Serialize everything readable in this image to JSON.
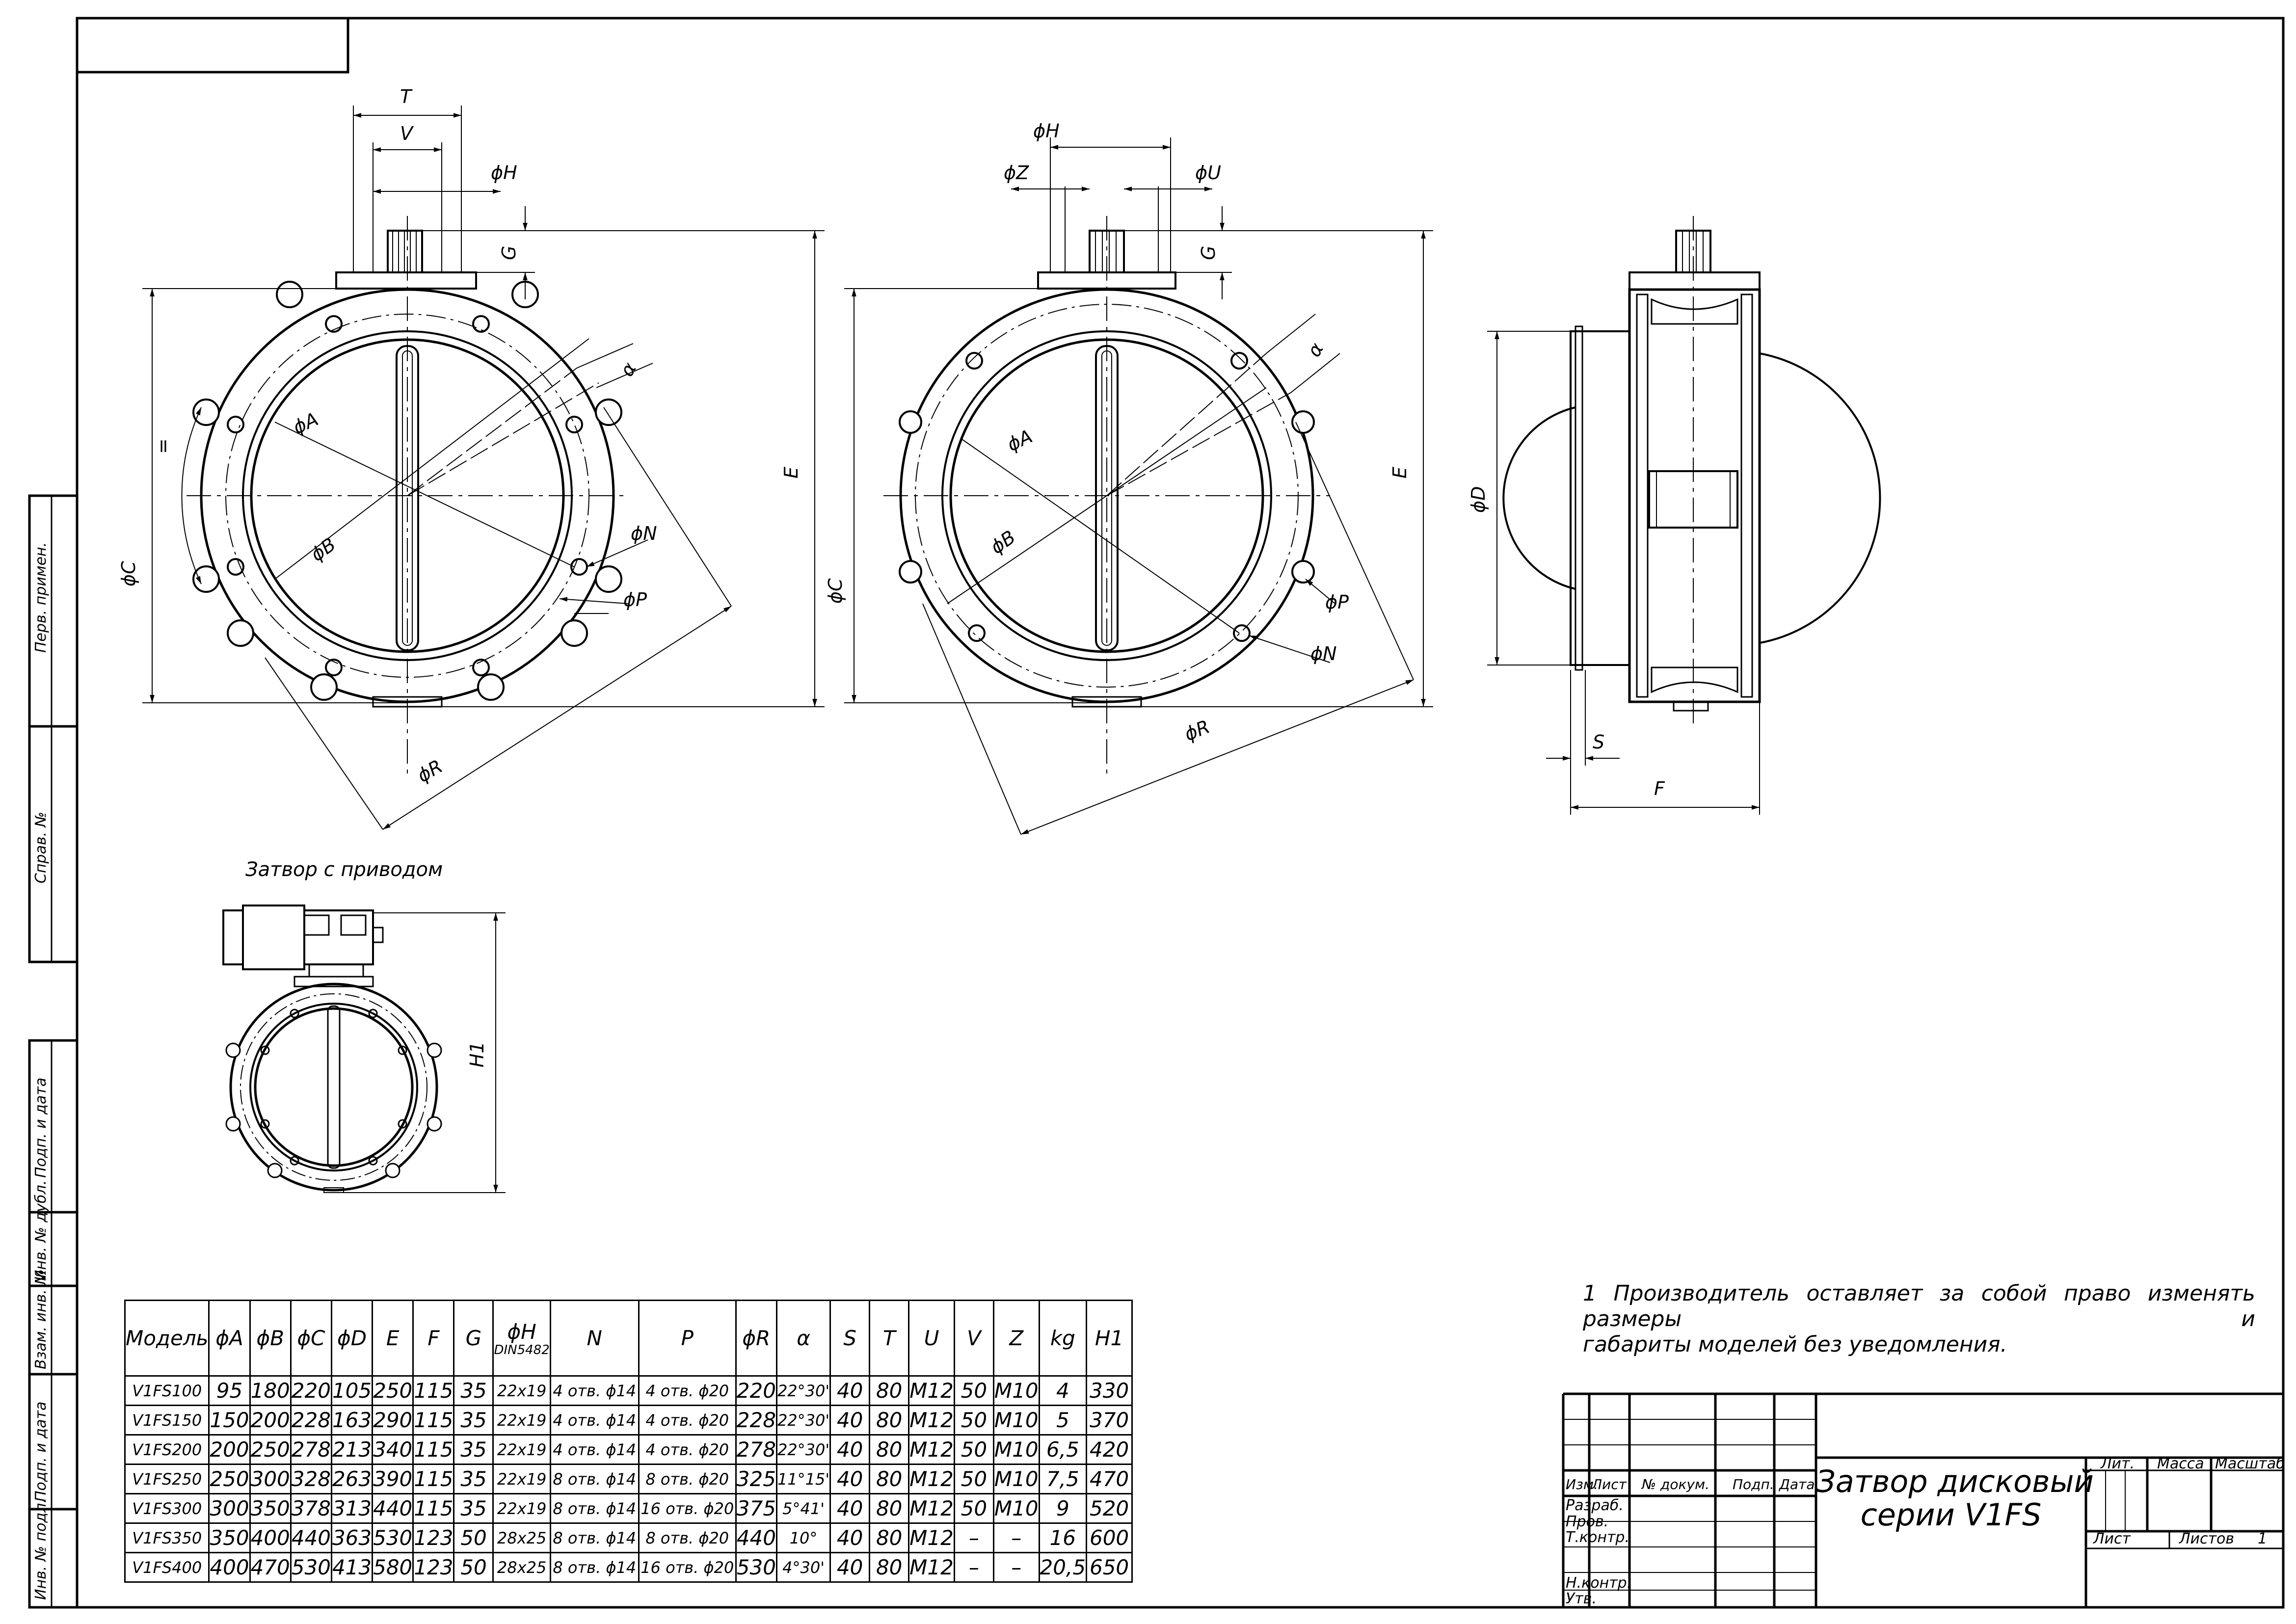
{
  "side_strip": {
    "labels": [
      "Перв. примен.",
      "Справ. №",
      "Подп. и дата",
      "Инв. № дубл.",
      "Взам. инв. №",
      "Подп. и дата",
      "Инв. № подл."
    ]
  },
  "views": {
    "actuator_caption": "Затвор с приводом",
    "dims": {
      "T": "T",
      "V": "V",
      "H": "ϕH",
      "Z": "ϕZ",
      "U": "ϕU",
      "G": "G",
      "E": "E",
      "C": "ϕC",
      "A": "ϕA",
      "B": "ϕB",
      "N": "ϕN",
      "P": "ϕP",
      "R": "ϕR",
      "alpha": "α",
      "D": "ϕD",
      "S": "S",
      "F": "F",
      "H1": "H1",
      "eq": "="
    }
  },
  "note": {
    "line1": "1 Производитель оставляет за собой право изменять размеры и",
    "line2": "габариты моделей без уведомления."
  },
  "spec_table": {
    "headers": [
      "Модель",
      "ϕA",
      "ϕB",
      "ϕC",
      "ϕD",
      "E",
      "F",
      "G",
      "ϕH",
      "N",
      "P",
      "ϕR",
      "α",
      "S",
      "T",
      "U",
      "V",
      "Z",
      "kg",
      "H1"
    ],
    "header_sub": "DIN5482",
    "rows": [
      [
        "V1FS100",
        "95",
        "180",
        "220",
        "105",
        "250",
        "115",
        "35",
        "22x19",
        "4 отв. ϕ14",
        "4 отв. ϕ20",
        "220",
        "22°30'",
        "40",
        "80",
        "M12",
        "50",
        "M10",
        "4",
        "330"
      ],
      [
        "V1FS150",
        "150",
        "200",
        "228",
        "163",
        "290",
        "115",
        "35",
        "22x19",
        "4 отв. ϕ14",
        "4 отв. ϕ20",
        "228",
        "22°30'",
        "40",
        "80",
        "M12",
        "50",
        "M10",
        "5",
        "370"
      ],
      [
        "V1FS200",
        "200",
        "250",
        "278",
        "213",
        "340",
        "115",
        "35",
        "22x19",
        "4 отв. ϕ14",
        "4 отв. ϕ20",
        "278",
        "22°30'",
        "40",
        "80",
        "M12",
        "50",
        "M10",
        "6,5",
        "420"
      ],
      [
        "V1FS250",
        "250",
        "300",
        "328",
        "263",
        "390",
        "115",
        "35",
        "22x19",
        "8 отв. ϕ14",
        "8 отв. ϕ20",
        "325",
        "11°15'",
        "40",
        "80",
        "M12",
        "50",
        "M10",
        "7,5",
        "470"
      ],
      [
        "V1FS300",
        "300",
        "350",
        "378",
        "313",
        "440",
        "115",
        "35",
        "22x19",
        "8 отв. ϕ14",
        "16 отв. ϕ20",
        "375",
        "5°41'",
        "40",
        "80",
        "M12",
        "50",
        "M10",
        "9",
        "520"
      ],
      [
        "V1FS350",
        "350",
        "400",
        "440",
        "363",
        "530",
        "123",
        "50",
        "28x25",
        "8 отв. ϕ14",
        "8 отв. ϕ20",
        "440",
        "10°",
        "40",
        "80",
        "M12",
        "–",
        "–",
        "16",
        "600"
      ],
      [
        "V1FS400",
        "400",
        "470",
        "530",
        "413",
        "580",
        "123",
        "50",
        "28x25",
        "8 отв. ϕ14",
        "16 отв. ϕ20",
        "530",
        "4°30'",
        "40",
        "80",
        "M12",
        "–",
        "–",
        "20,5",
        "650"
      ]
    ]
  },
  "title_block": {
    "title_line1": "Затвор дисковый",
    "title_line2": "серии V1FS",
    "cols": [
      "Изм.",
      "Лист",
      "№ докум.",
      "Подп.",
      "Дата"
    ],
    "rows": [
      "Разраб.",
      "Пров.",
      "Т.контр.",
      "Н.контр.",
      "Утв."
    ],
    "lit": "Лит.",
    "mass": "Масса",
    "scale": "Масштаб",
    "sheet": "Лист",
    "sheets": "Листов",
    "sheets_count": "1"
  }
}
